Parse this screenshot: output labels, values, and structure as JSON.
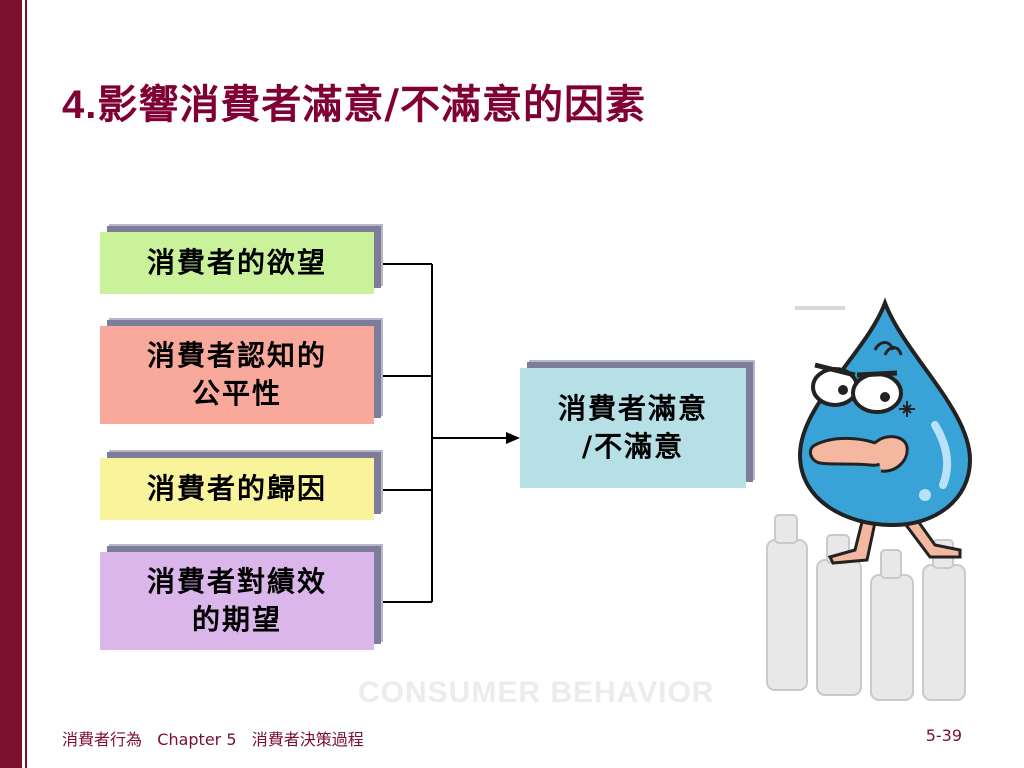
{
  "slide": {
    "title_number": "4.",
    "title_text": "影響消費者滿意/不滿意的因素",
    "factors": [
      {
        "line1": "消費者的欲望",
        "line2": "",
        "color": "#c9f29b"
      },
      {
        "line1": "消費者認知的",
        "line2": "公平性",
        "color": "#f9a89c"
      },
      {
        "line1": "消費者的歸因",
        "line2": "",
        "color": "#f9f39c"
      },
      {
        "line1": "消費者對績效",
        "line2": "的期望",
        "color": "#dab6ea"
      }
    ],
    "result": {
      "line1": "消費者滿意",
      "line2": "/不滿意",
      "color": "#b6dfe6"
    },
    "watermark": "CONSUMER BEHAVIOR"
  },
  "footer": {
    "course": "消費者行為",
    "chapter": "Chapter 5",
    "chapter_title": "消費者決策過程",
    "page": "5-39"
  },
  "theme": {
    "accent": "#7a0f2e",
    "title_color": "#800033"
  },
  "icons": [
    "water-drop-character-icon",
    "bottles-background-image"
  ]
}
